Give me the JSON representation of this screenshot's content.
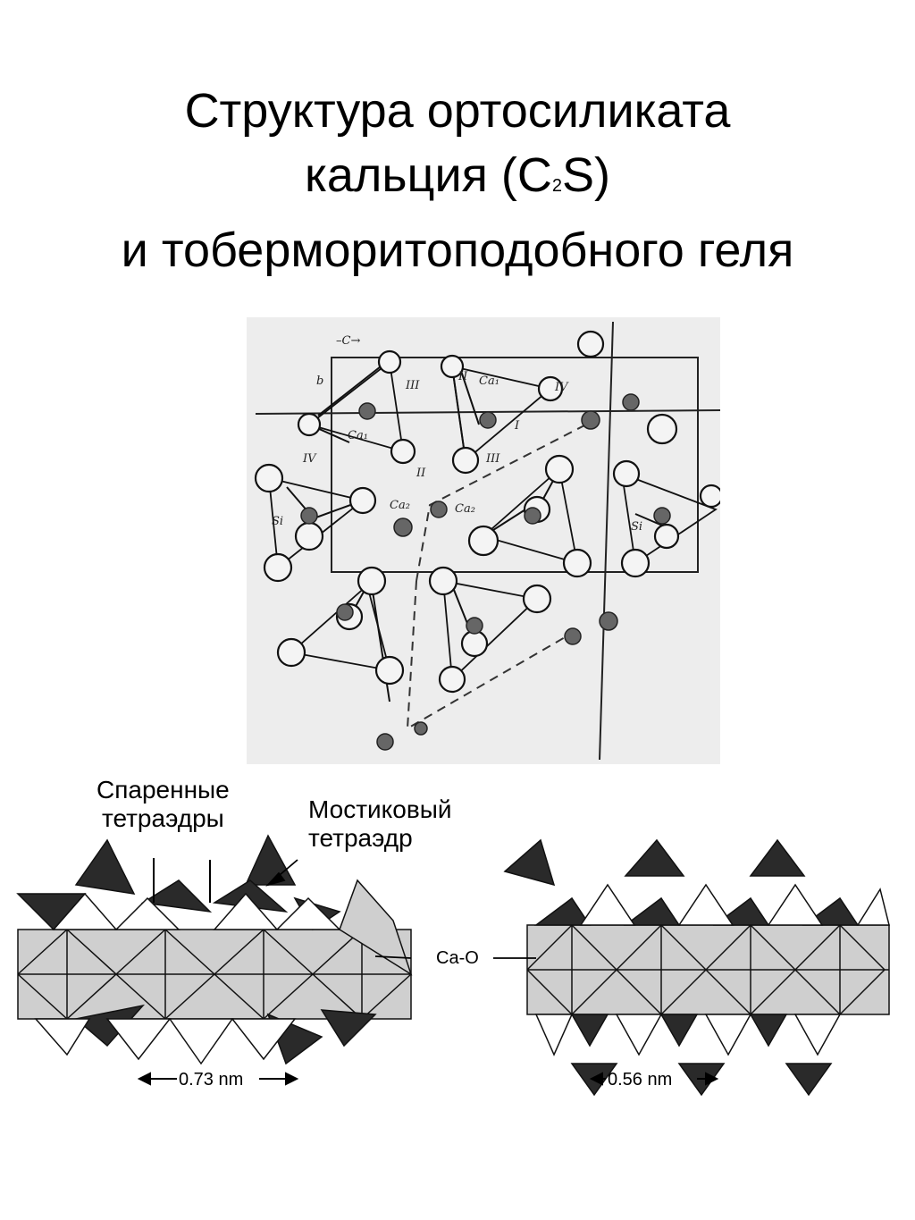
{
  "title": {
    "line1": "Структура ортосиликата",
    "line2_prefix": "кальция (C",
    "line2_sub": "2",
    "line2_suffix": "S)",
    "line3": "и тоберморитоподобного геля"
  },
  "crystal_diagram": {
    "axis_c": "–C→",
    "axis_b": "b",
    "labels": [
      "III",
      "II",
      "IV",
      "Ca₁",
      "Ca₁",
      "Ca₂",
      "Ca₂",
      "I",
      "II",
      "III",
      "IV",
      "Si",
      "Si"
    ]
  },
  "chain_labels": {
    "paired": "Спаренные\nтетраэдры",
    "bridging": "Мостиковый\nтетраэдр",
    "ca_o": "Ca-O",
    "dim_left": "0.73 nm",
    "dim_right": "0.56 nm"
  },
  "colors": {
    "dark_tetra": "#2a2a2a",
    "light_poly": "#cfcfcf",
    "background": "#ffffff",
    "photo_bg": "#eeeeee"
  }
}
